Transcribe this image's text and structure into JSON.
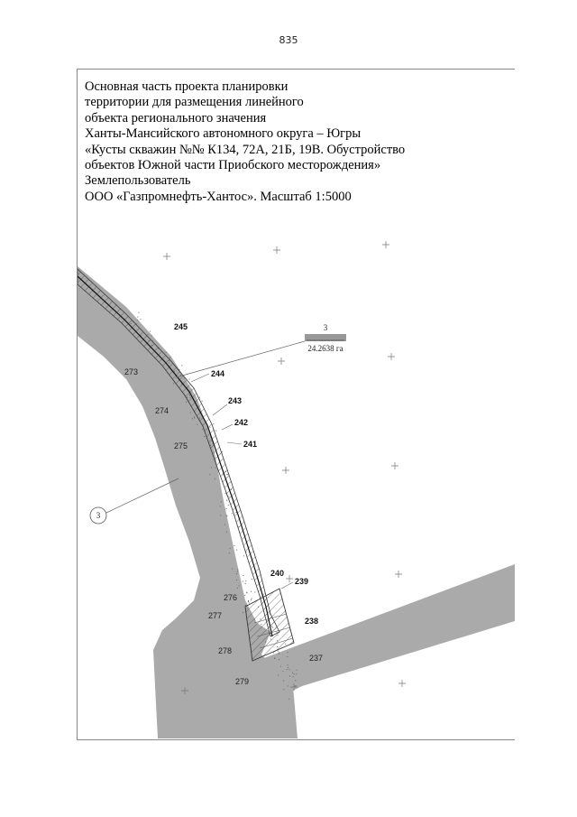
{
  "page_number": "835",
  "title_lines": [
    "Основная часть проекта планировки",
    "территории для размещения линейного",
    "объекта регионального значения",
    "Ханты-Мансийского автономного округа – Югры",
    "«Кусты скважин №№ К134, 72А, 21Б, 19В. Обустройство",
    "объектов Южной части Приобского месторождения»",
    "Землепользователь",
    "ООО «Газпромнефть-Хантос». Масштаб 1:5000"
  ],
  "map": {
    "parcel_label": {
      "number": "3",
      "area": "24.2638 га"
    },
    "circle_label": "3",
    "point_labels_bold": [
      "245",
      "244",
      "243",
      "242",
      "241",
      "240",
      "239",
      "238",
      "237"
    ],
    "point_labels_regular": [
      "273",
      "274",
      "275",
      "276",
      "277",
      "278",
      "279"
    ],
    "colors": {
      "road_fill": "#aaaaaa",
      "line": "#333333",
      "frame": "#888888"
    }
  }
}
